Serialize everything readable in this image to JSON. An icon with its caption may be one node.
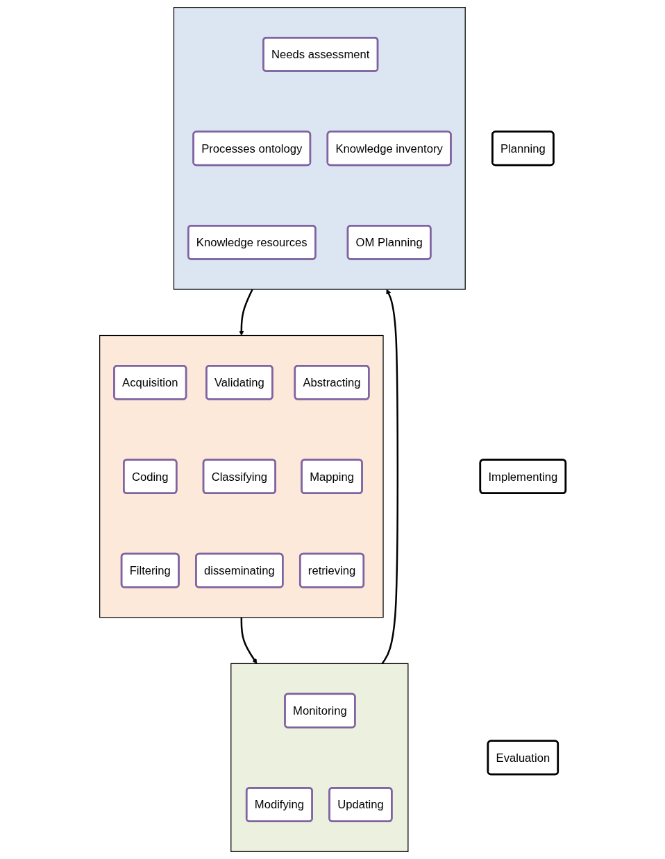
{
  "diagram": {
    "nodes": [
      {
        "text": [
          "Planning"
        ]
      },
      {
        "text": [],
        "shape": "box"
      },
      {
        "text": [
          "Needs assessment"
        ],
        "in": 1
      },
      {
        "text": [
          "Processes ontology"
        ],
        "in": 1
      },
      {
        "text": [
          "Knowledge inventory"
        ],
        "in": 1
      },
      {
        "text": [
          "Knowledge resources"
        ],
        "in": 1
      },
      {
        "text": [
          "OM Planning"
        ],
        "in": 1
      },
      {
        "text": [
          "Implementing"
        ]
      },
      {
        "text": [],
        "shape": "box"
      },
      {
        "text": [
          "Acquisition"
        ],
        "in": 8
      },
      {
        "text": [
          "Validating"
        ],
        "in": 8
      },
      {
        "text": [
          "Abstracting"
        ],
        "in": 8
      },
      {
        "text": [
          "Coding"
        ],
        "in": 8
      },
      {
        "text": [
          "Classifying"
        ],
        "in": 8
      },
      {
        "text": [
          "Mapping"
        ],
        "in": 8
      },
      {
        "text": [
          "Filtering"
        ],
        "in": 8
      },
      {
        "text": [
          "disseminating"
        ],
        "in": 8
      },
      {
        "text": [
          "retrieving"
        ],
        "in": 8
      },
      {
        "text": [
          "Evaluation"
        ]
      },
      {
        "text": [],
        "shape": "box"
      },
      {
        "text": [
          "Monitoring"
        ],
        "in": 19
      },
      {
        "text": [
          "Modifying"
        ],
        "in": 19
      },
      {
        "text": [
          "Updating"
        ],
        "in": 19
      }
    ],
    "edges": [
      {
        "from": 1,
        "to": 8,
        "arrow": "to"
      },
      {
        "from": 8,
        "to": 19,
        "arrow": "to"
      },
      {
        "from": 19,
        "to": 1,
        "arrow": "to"
      }
    ]
  }
}
